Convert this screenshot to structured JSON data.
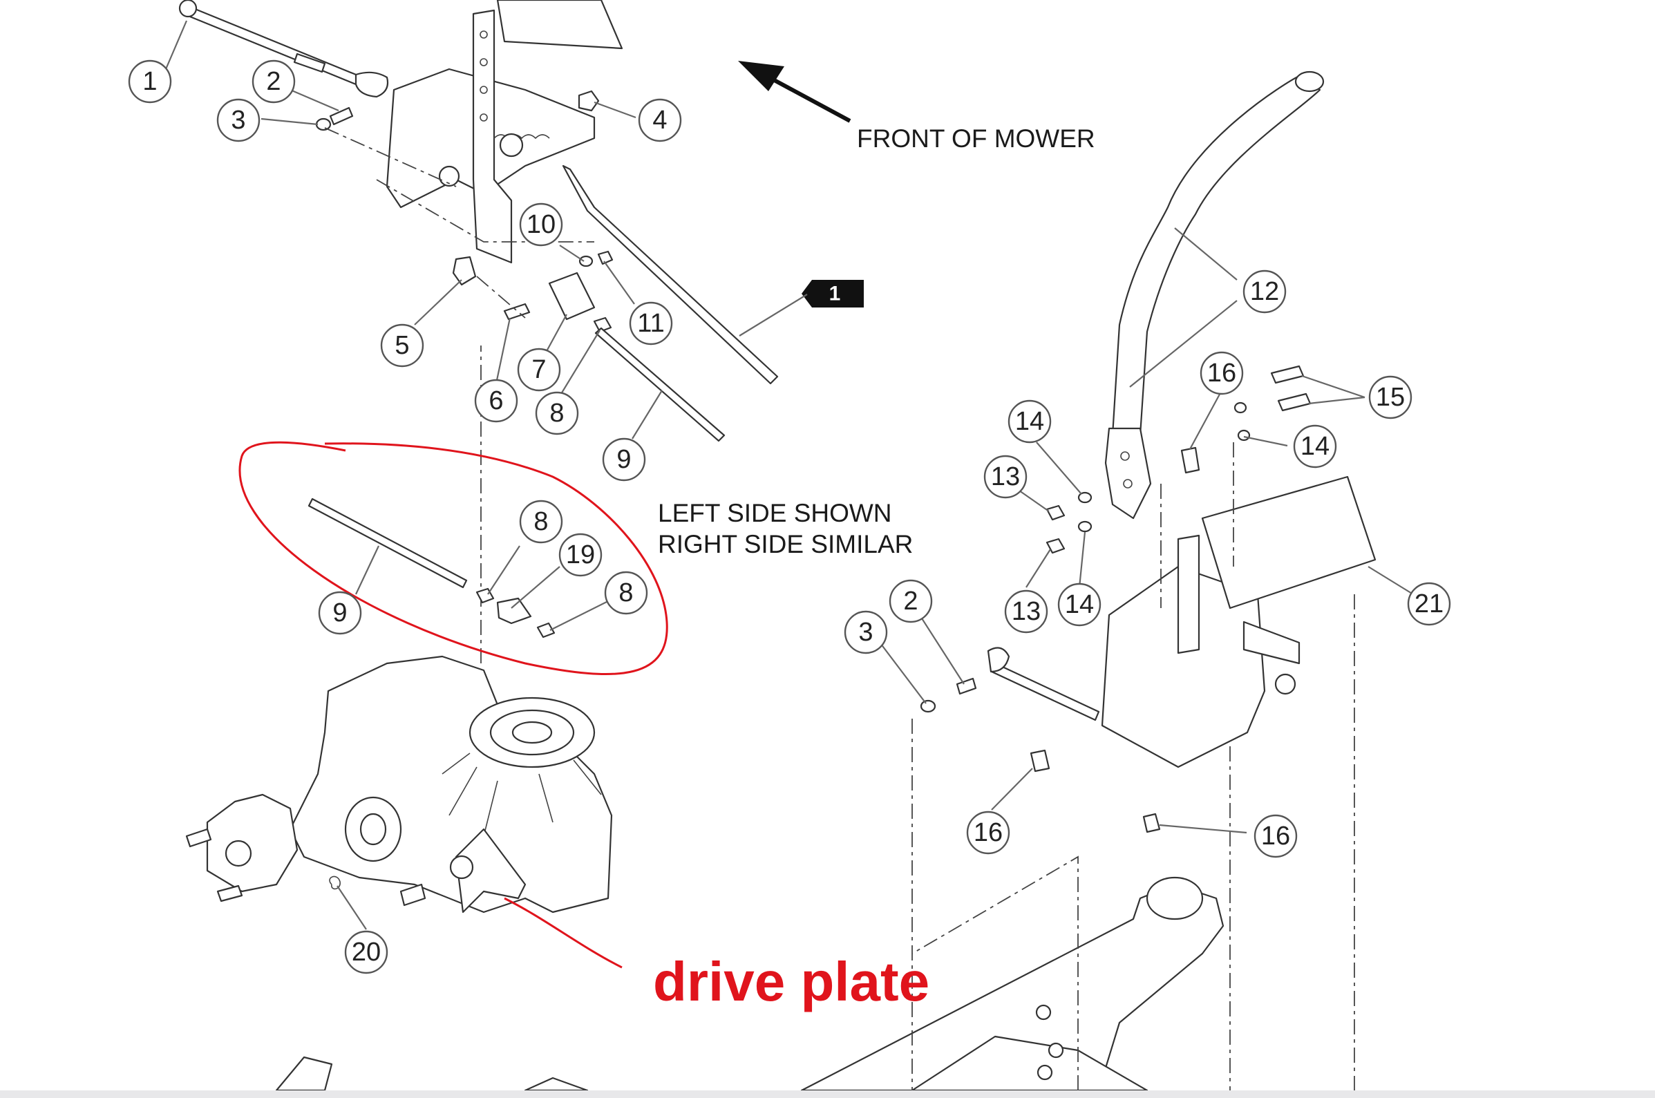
{
  "notes": {
    "front": "FRONT OF MOWER",
    "side_line1": "LEFT SIDE SHOWN",
    "side_line2": "RIGHT SIDE SIMILAR",
    "annotation": "drive plate",
    "flag": "1"
  },
  "callouts": [
    {
      "id": "c1",
      "label": "1"
    },
    {
      "id": "c2a",
      "label": "2"
    },
    {
      "id": "c3a",
      "label": "3"
    },
    {
      "id": "c4",
      "label": "4"
    },
    {
      "id": "c5",
      "label": "5"
    },
    {
      "id": "c6",
      "label": "6"
    },
    {
      "id": "c7",
      "label": "7"
    },
    {
      "id": "c8a",
      "label": "8"
    },
    {
      "id": "c9a",
      "label": "9"
    },
    {
      "id": "c10",
      "label": "10"
    },
    {
      "id": "c11",
      "label": "11"
    },
    {
      "id": "c9b",
      "label": "9"
    },
    {
      "id": "c8b",
      "label": "8"
    },
    {
      "id": "c19",
      "label": "19"
    },
    {
      "id": "c8c",
      "label": "8"
    },
    {
      "id": "c20",
      "label": "20"
    },
    {
      "id": "c12",
      "label": "12"
    },
    {
      "id": "c16a",
      "label": "16"
    },
    {
      "id": "c15",
      "label": "15"
    },
    {
      "id": "c14a",
      "label": "14"
    },
    {
      "id": "c14b",
      "label": "14"
    },
    {
      "id": "c13a",
      "label": "13"
    },
    {
      "id": "c13b",
      "label": "13"
    },
    {
      "id": "c14c",
      "label": "14"
    },
    {
      "id": "c21",
      "label": "21"
    },
    {
      "id": "c2b",
      "label": "2"
    },
    {
      "id": "c3b",
      "label": "3"
    },
    {
      "id": "c16b",
      "label": "16"
    },
    {
      "id": "c16c",
      "label": "16"
    }
  ],
  "colors": {
    "annotation": "#e0141c",
    "ink": "#333333"
  }
}
